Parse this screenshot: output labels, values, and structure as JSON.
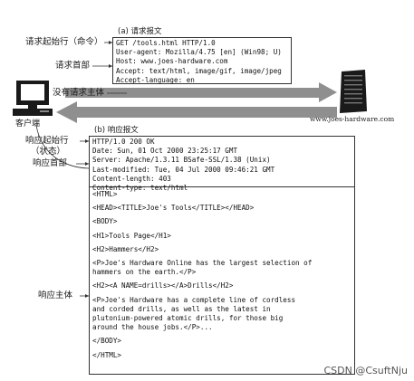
{
  "request": {
    "caption": "(a) 请求报文",
    "lines": [
      "GET /tools.html HTTP/1.0",
      "User-agent: Mozilla/4.75 [en] (Win98; U)",
      "Host: www.joes-hardware.com",
      "Accept: text/html, image/gif, image/jpeg",
      "Accept-language: en"
    ],
    "labels": {
      "start_line": "请求起始行（命令）",
      "headers": "请求首部",
      "no_body": "没有请求主体"
    }
  },
  "response": {
    "caption": "(b) 响应报文",
    "header_lines": [
      "HTTP/1.0 200 OK",
      "Date: Sun, 01 Oct 2000 23:25:17 GMT",
      "Server: Apache/1.3.11 BSafe-SSL/1.38 (Unix)",
      "Last-modified: Tue, 04 Jul 2000 09:46:21 GMT",
      "Content-length: 403",
      "Content-type: text/html"
    ],
    "body_lines": [
      "<HTML>",
      "",
      "<HEAD><TITLE>Joe's Tools</TITLE></HEAD>",
      "",
      "<BODY>",
      "",
      "<H1>Tools Page</H1>",
      "",
      "<H2>Hammers</H2>",
      "",
      "<P>Joe's Hardware Online has the largest selection of",
      "hammers on the earth.</P>",
      "",
      "<H2><A NAME=drills></A>Drills</H2>",
      "",
      "<P>Joe's Hardware has a complete line of cordless",
      "and corded drills, as well as the latest in",
      "plutonium-powered atomic drills, for those big",
      "around the house jobs.</P>...",
      "",
      "</BODY>",
      "",
      "</HTML>"
    ],
    "labels": {
      "start_line": "响应起始行",
      "start_line_note": "（状态）",
      "headers": "响应首部",
      "body": "响应主体"
    }
  },
  "client_label": "客户端",
  "server_label": "www.joes-hardware.com",
  "watermark": "CSDN @CsuftNju",
  "colors": {
    "arrow_gray": "#8f8f8f",
    "device_dark": "#1a1a1a",
    "line": "#333333"
  },
  "icons": [
    "computer-icon",
    "server-icon"
  ]
}
